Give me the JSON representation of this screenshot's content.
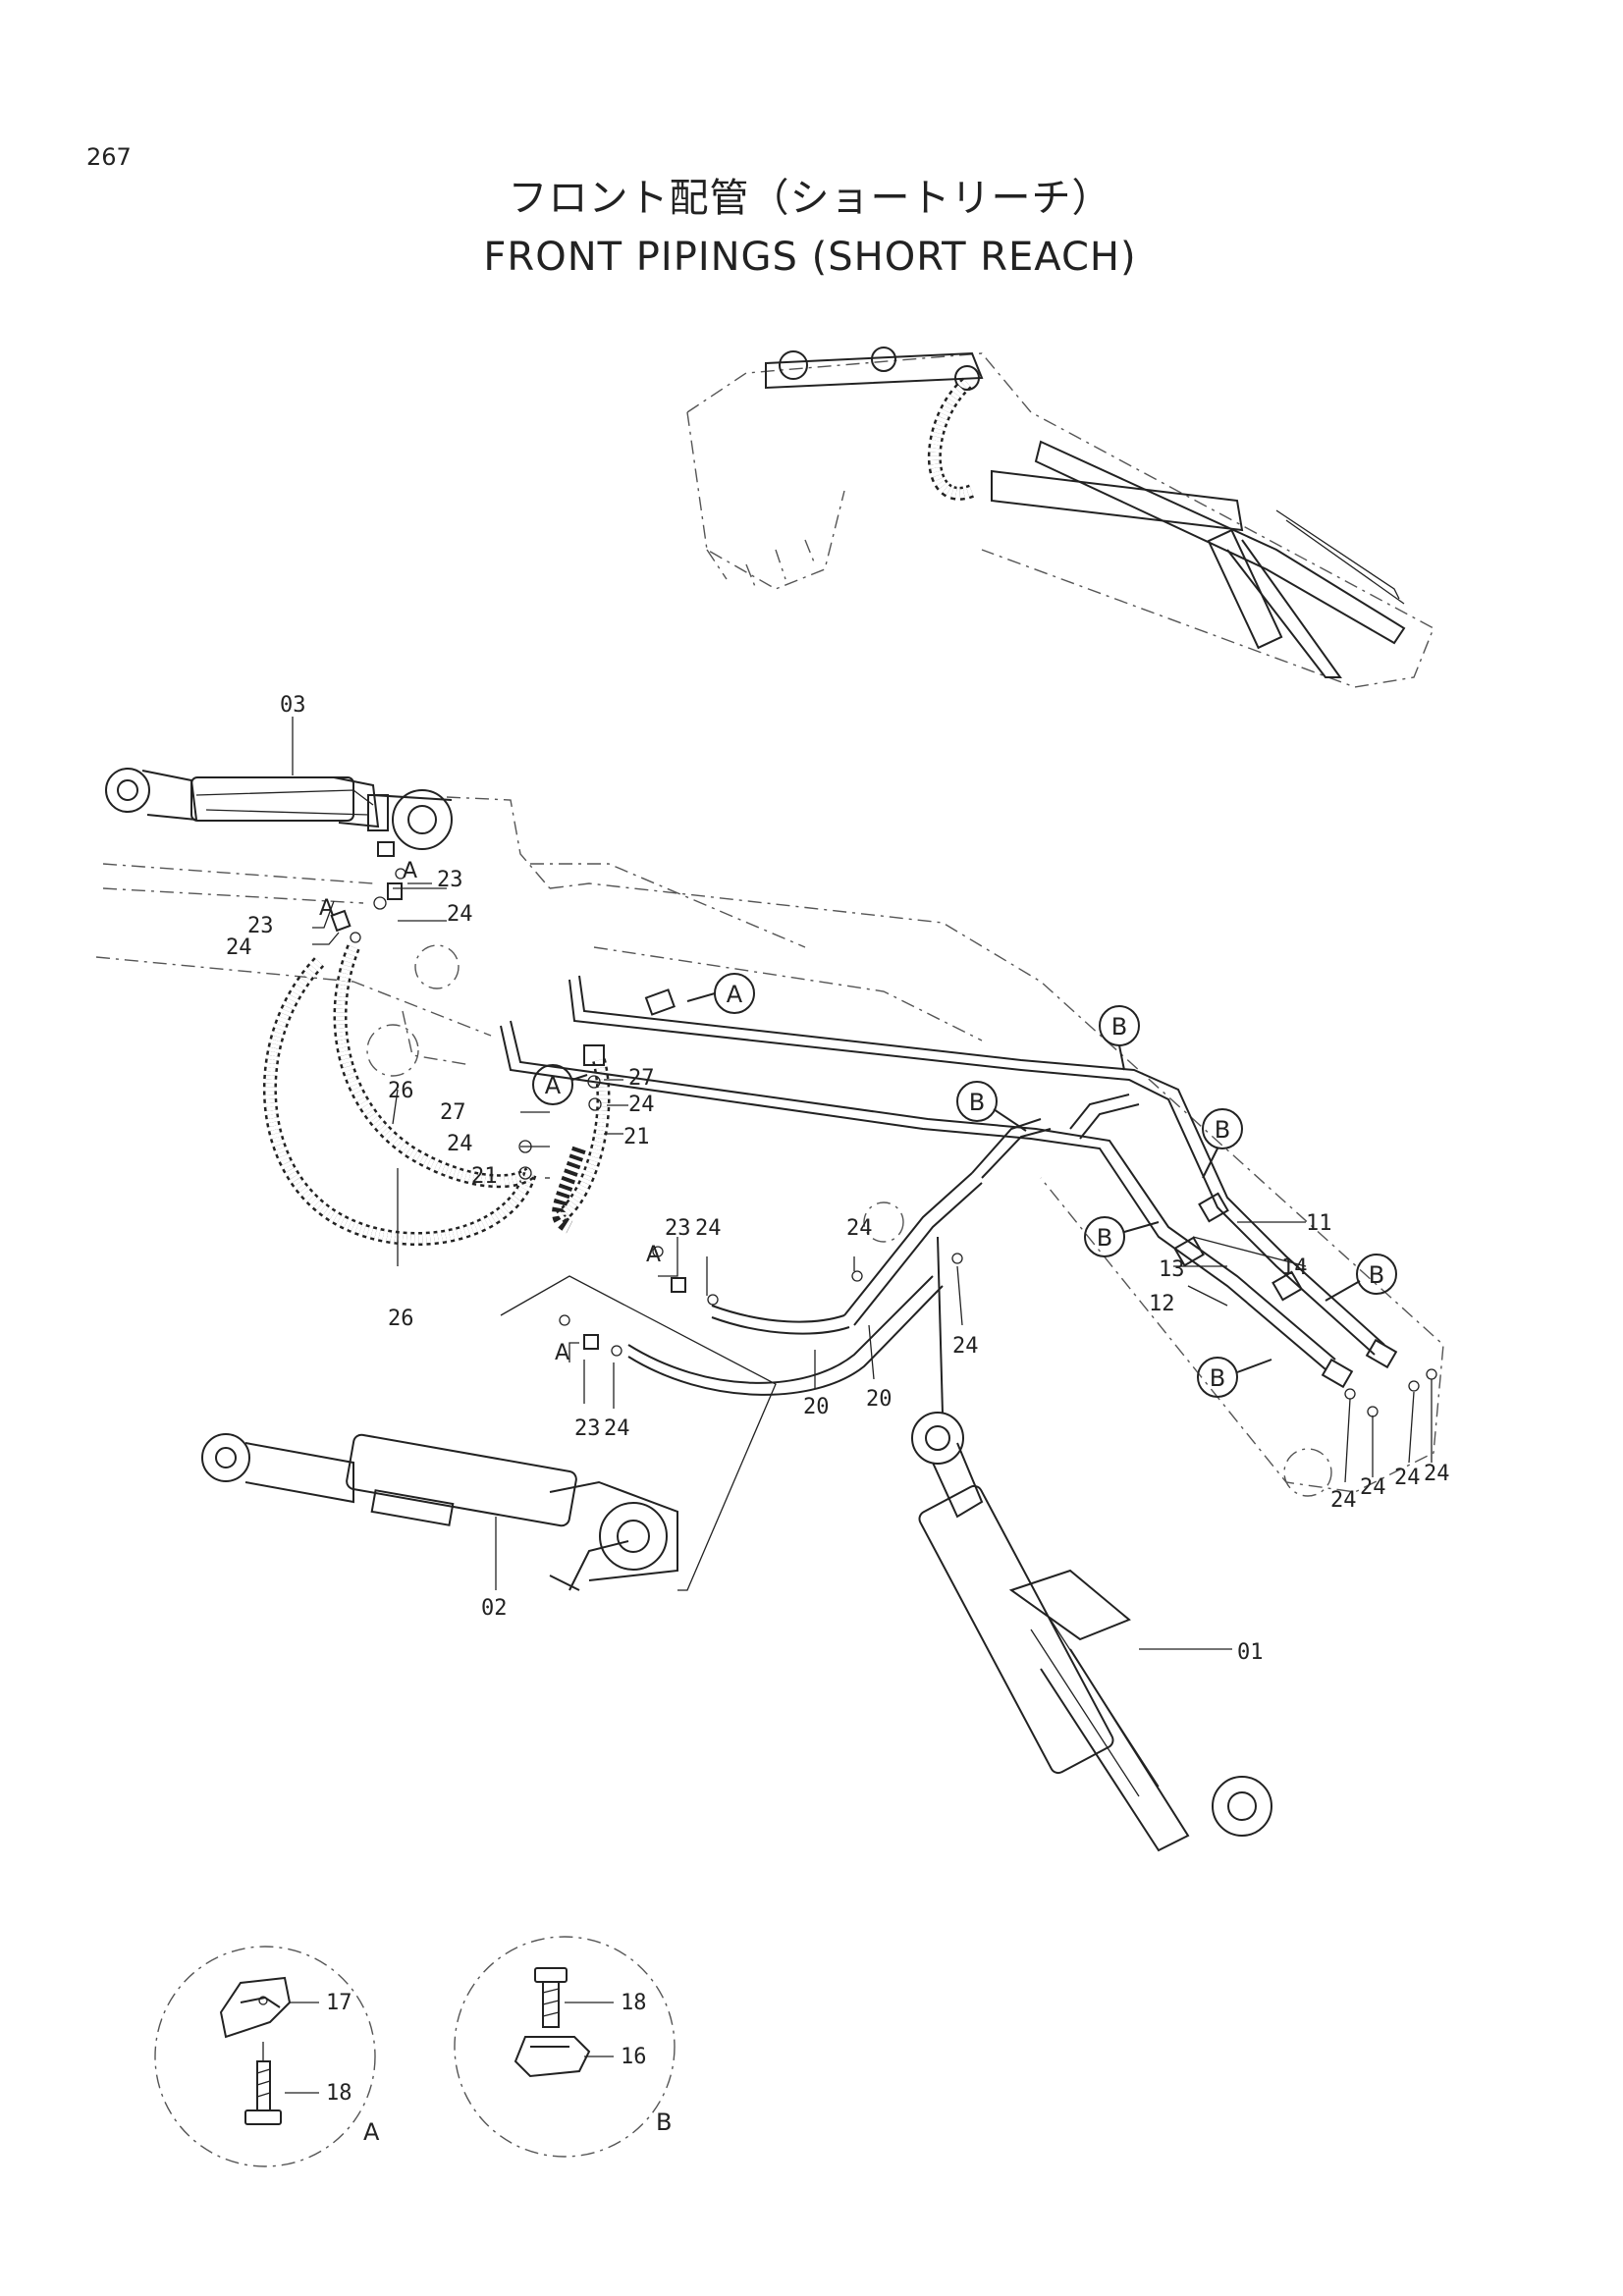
{
  "page_number": "267",
  "title_jp": "フロント配管（ショートリーチ）",
  "title_en": "FRONT PIPINGS (SHORT REACH)",
  "callouts": {
    "c03": "03",
    "c02": "02",
    "c01": "01",
    "c23a": "23",
    "c23b": "23",
    "c23c": "23",
    "c23d": "23",
    "c24a": "24",
    "c24b": "24",
    "c24c": "24",
    "c24d": "24",
    "c24e": "24",
    "c24f": "24",
    "c24g": "24",
    "c24h": "24",
    "c24i": "24",
    "c24j": "24",
    "c24k": "24",
    "c26a": "26",
    "c26b": "26",
    "c27a": "27",
    "c27b": "27",
    "c21a": "21",
    "c21b": "21",
    "c20a": "20",
    "c20b": "20",
    "c11": "11",
    "c12": "12",
    "c13": "13",
    "c14": "14",
    "c17": "17",
    "c18a": "18",
    "c18b": "18",
    "c16": "16"
  },
  "markers": {
    "a1": "A",
    "a2": "A",
    "a3": "A",
    "a4": "A",
    "a5": "A",
    "a6": "A",
    "b1": "B",
    "b2": "B",
    "b3": "B",
    "b4": "B",
    "b5": "B",
    "b6": "B"
  },
  "details": {
    "a": "A",
    "b": "B"
  }
}
